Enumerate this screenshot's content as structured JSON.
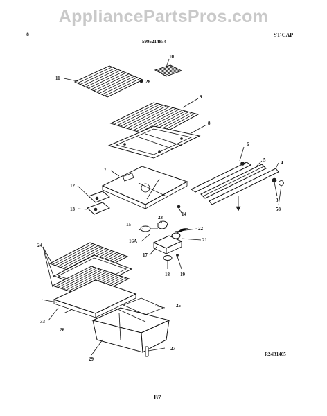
{
  "watermark": "AppliancePartsPros.com",
  "header": {
    "left_mark": "8",
    "part_number": "5995214854",
    "model_code": "ST-CAP"
  },
  "callouts": {
    "c11": "11",
    "c10": "10",
    "c28": "28",
    "c9": "9",
    "c8": "8",
    "c6": "6",
    "c5": "5",
    "c4": "4",
    "c7": "7",
    "c12": "12",
    "c13": "13",
    "c14": "14",
    "c3": "3",
    "c58": "58",
    "c23": "23",
    "c15": "15",
    "c22": "22",
    "c16a": "16A",
    "c21": "21",
    "c17": "17",
    "c18": "18",
    "c19": "19",
    "c24": "24",
    "c25": "25",
    "c33": "33",
    "c26": "26",
    "c27": "27",
    "c29": "29"
  },
  "drawing_ref": "R24B1465",
  "page_number": "B7"
}
